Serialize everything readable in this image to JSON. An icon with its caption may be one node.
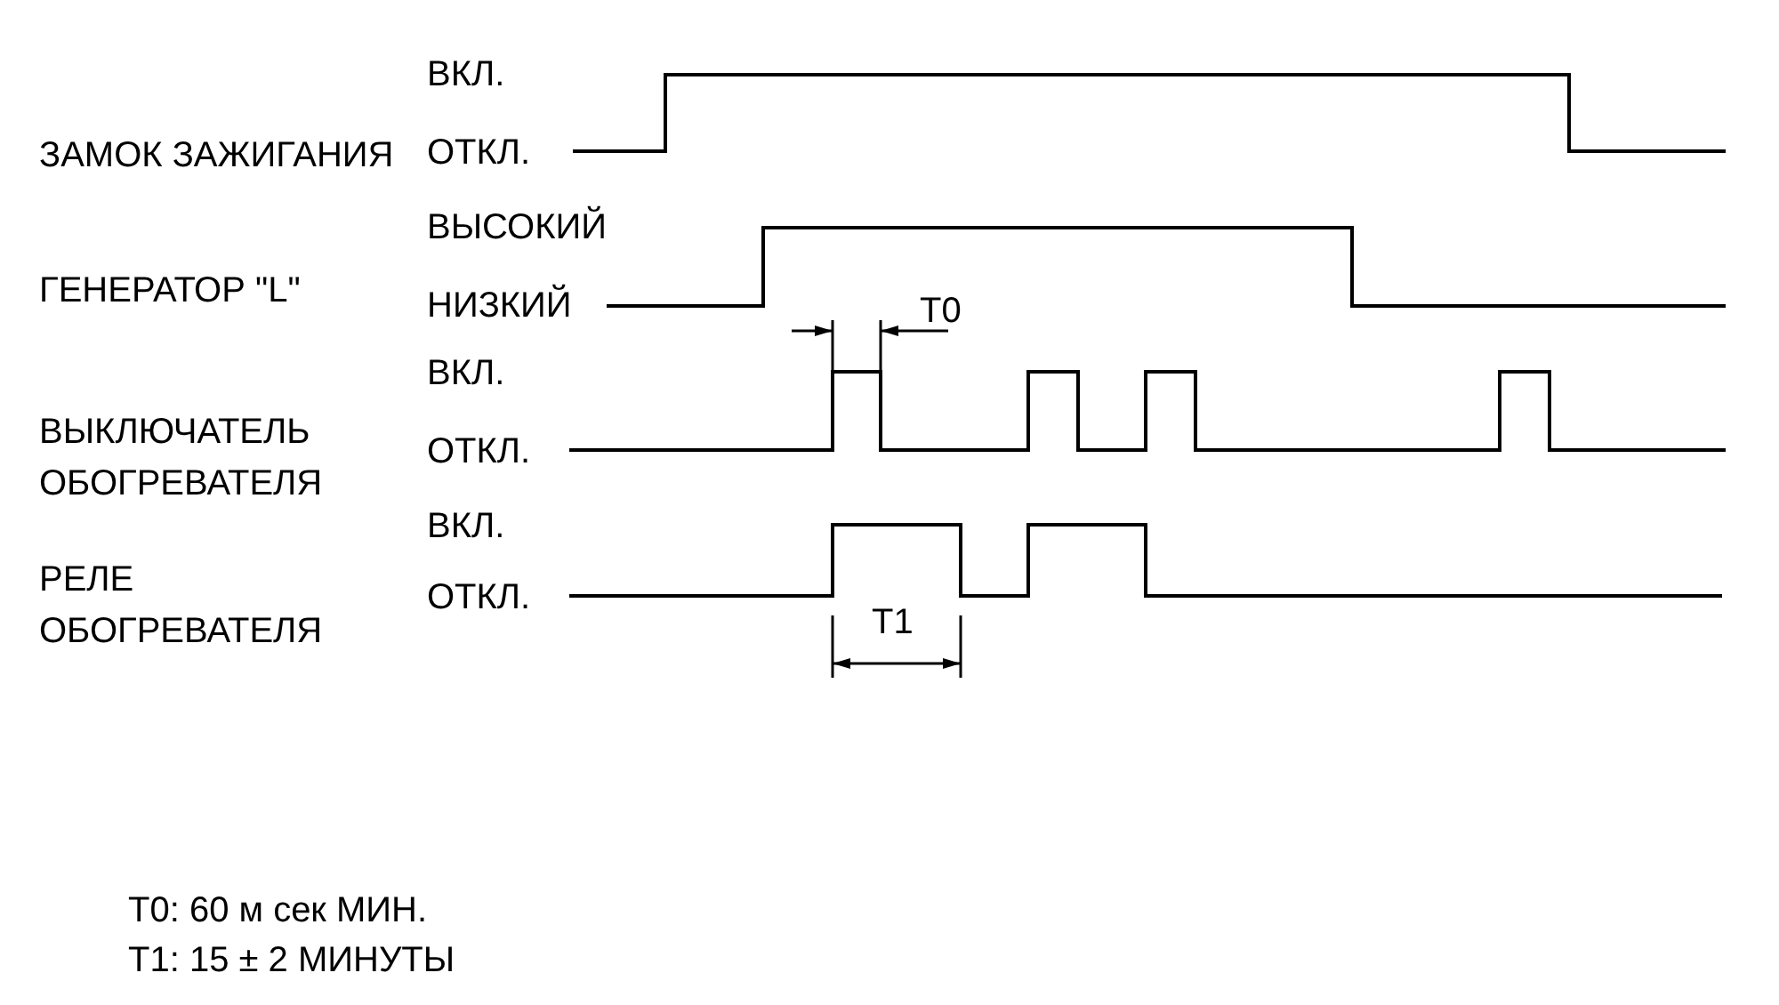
{
  "diagram": {
    "labels": [
      "ВКЛ.",
      "ЗАМОК ЗАЖИГАНИЯ",
      "ОТКЛ.",
      "ВЫСОКИЙ",
      "ГЕНЕРАТОР \"L\"",
      "НИЗКИЙ",
      "T0",
      "ВКЛ.",
      "ВЫКЛЮЧАТЕЛЬ ОБОГРЕВАТЕЛЯ",
      "ОТКЛ.",
      "ВКЛ.",
      "РЕЛЕ ОБОГРЕВАТЕЛЯ",
      "ОТКЛ.",
      "T1",
      "T0: 60 м сек МИН.",
      "T1: 15 ± 2 МИНУТЫ"
    ]
  }
}
